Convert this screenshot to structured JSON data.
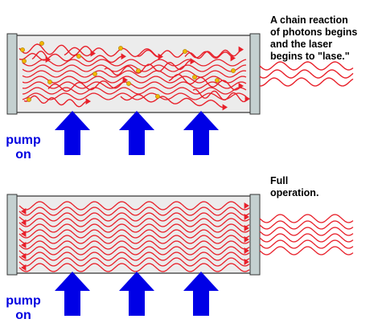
{
  "stage_1": {
    "caption": "A chain reaction\nof photons begins\nand the laser\nbegins to \"lase.\"",
    "pump_label_line1": "pump",
    "pump_label_line2": "on"
  },
  "stage_2": {
    "caption": "Full\noperation.",
    "pump_label_line1": "pump",
    "pump_label_line2": "on"
  },
  "colors": {
    "photon_wave": "#e8202a",
    "atom": "#f2b600",
    "pump_arrow": "#0000e6",
    "tube_fill": "#ececec",
    "mirror_fill": "#c4d0d0",
    "text_blue": "#0000e0"
  }
}
